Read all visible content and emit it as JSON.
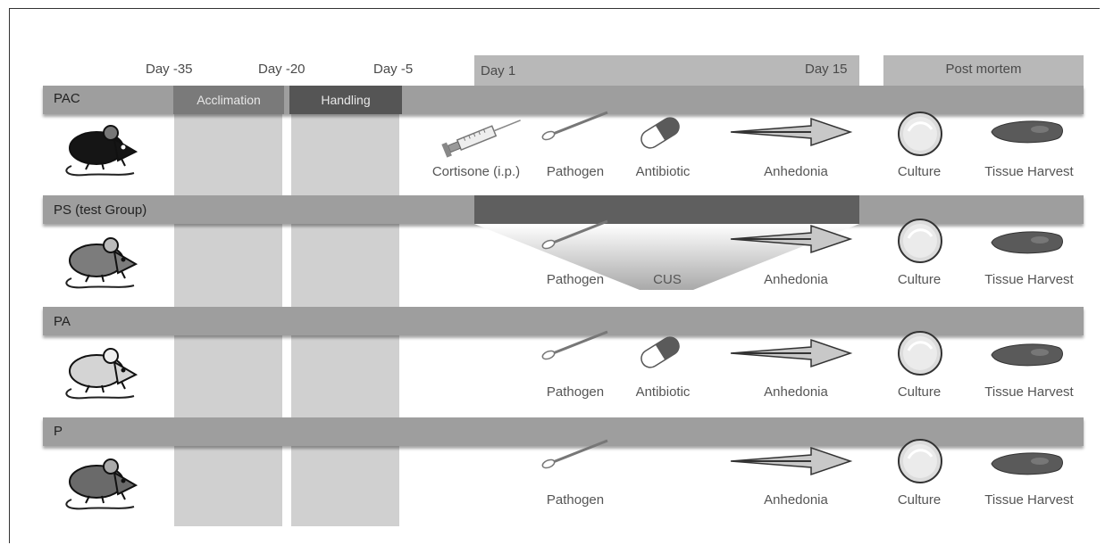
{
  "timeline": {
    "day_labels": [
      "Day -35",
      "Day -20",
      "Day -5",
      "Day 1",
      "Day 15"
    ],
    "post_mortem": "Post mortem",
    "acclimation": "Acclimation",
    "handling": "Handling"
  },
  "groups": [
    {
      "label": "PAC",
      "mouse": "black-mouse",
      "steps": [
        "Cortisone (i.p.)",
        "Pathogen",
        "Antibiotic",
        "Anhedonia",
        "Culture",
        "Tissue Harvest"
      ]
    },
    {
      "label": "PS (test Group)",
      "mouse": "grey-mouse",
      "steps": [
        "Pathogen",
        "CUS",
        "Anhedonia",
        "Culture",
        "Tissue Harvest"
      ]
    },
    {
      "label": "PA",
      "mouse": "light-grey-mouse",
      "steps": [
        "Pathogen",
        "Antibiotic",
        "Anhedonia",
        "Culture",
        "Tissue Harvest"
      ]
    },
    {
      "label": "P",
      "mouse": "grey-mouse",
      "steps": [
        "Pathogen",
        "Anhedonia",
        "Culture",
        "Tissue Harvest"
      ]
    }
  ],
  "colors": {
    "bar": "#9e9e9e",
    "acclimation_box": "#7a7a7a",
    "handling_box": "#555555",
    "cus_bar": "#5f5f5f"
  }
}
